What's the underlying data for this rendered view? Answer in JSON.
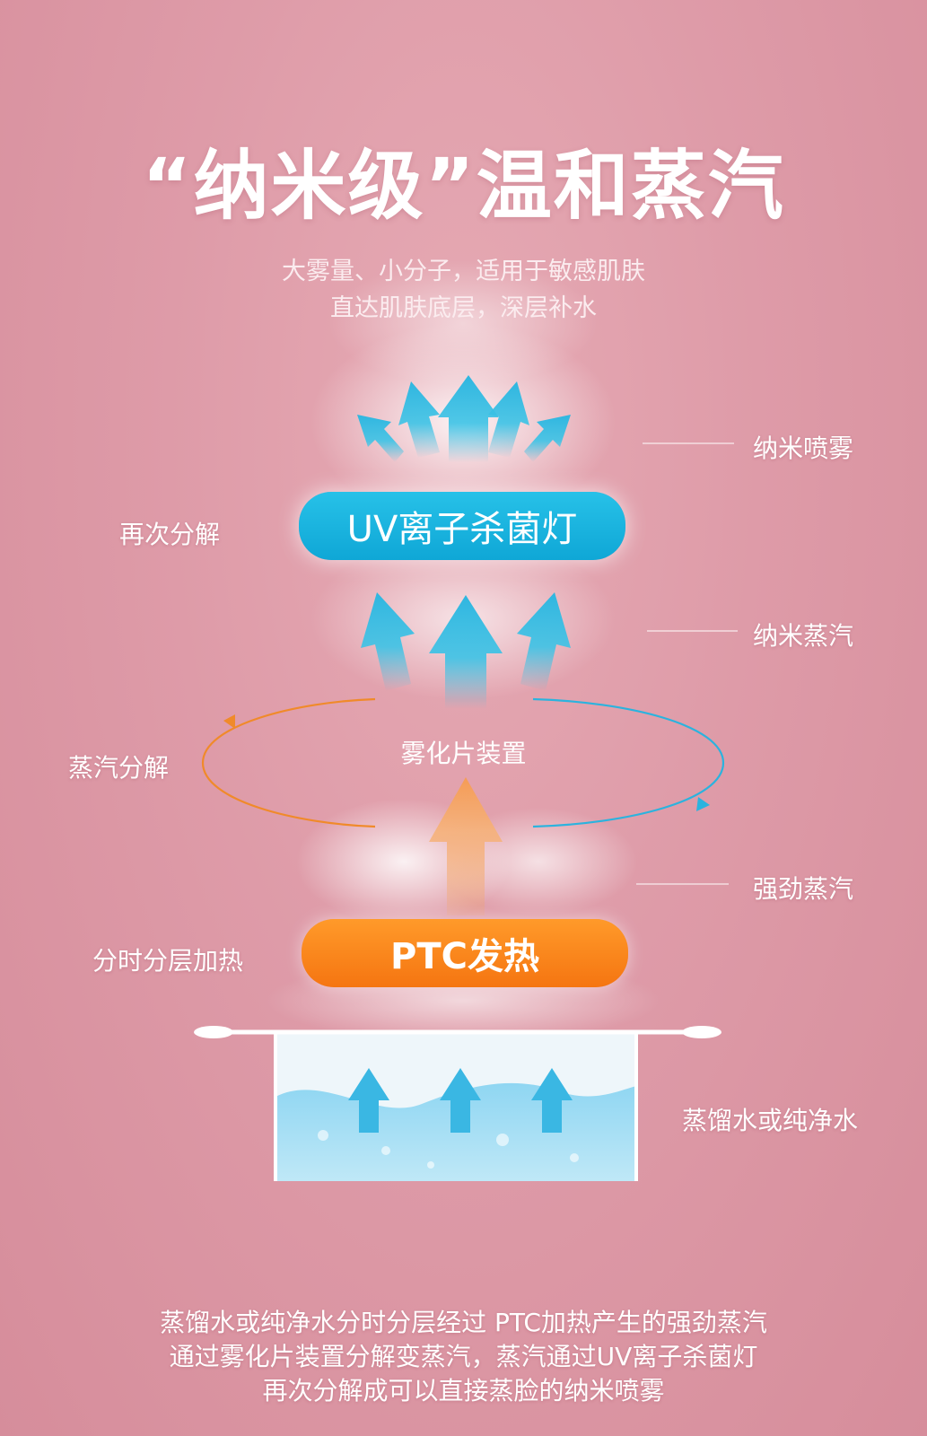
{
  "title": "“纳米级”温和蒸汽",
  "subtitle": {
    "line1": "大雾量、小分子，适用于敏感肌肤",
    "line2": "直达肌肤底层，深层补水"
  },
  "components": {
    "uv_lamp": "UV离子杀菌灯",
    "atomizer": "雾化片装置",
    "ptc": "PTC发热"
  },
  "left_labels": {
    "redecompose": "再次分解",
    "steam_decompose": "蒸汽分解",
    "layered_heating": "分时分层加热"
  },
  "right_labels": {
    "nano_spray": "纳米喷雾",
    "nano_steam": "纳米蒸汽",
    "strong_steam": "强劲蒸汽",
    "water": "蒸馏水或纯净水"
  },
  "bottom": {
    "line1": "蒸馏水或纯净水分时分层经过 PTC加热产生的强劲蒸汽",
    "line2": "通过雾化片装置分解变蒸汽，蒸汽通过UV离子杀菌灯",
    "line3": "再次分解成可以直接蒸脸的纳米喷雾"
  },
  "colors": {
    "cyan_arrow": "#3cc3e6",
    "orange_arrow": "#f4a055",
    "uv_pill": "#18b2de",
    "ptc_pill": "#f57f14",
    "cycle_orange": "#f08a2a",
    "cycle_blue": "#2bb3de"
  }
}
